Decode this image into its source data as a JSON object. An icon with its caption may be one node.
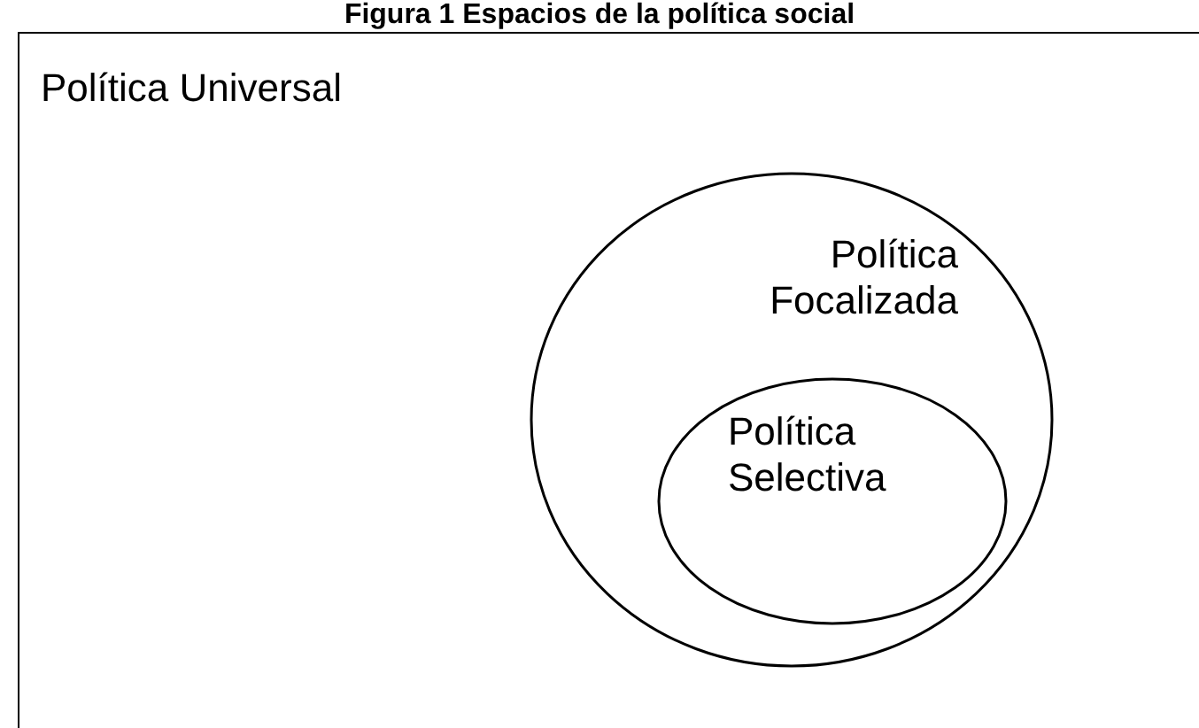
{
  "diagram": {
    "title": "Figura 1 Espacios de la política social",
    "nodes": [
      {
        "text": [
          "Política Universal"
        ]
      },
      {
        "text": [
          "Política Focalizada"
        ],
        "in": 0
      },
      {
        "text": [
          "Política Selectiva"
        ],
        "in": 1
      }
    ]
  }
}
